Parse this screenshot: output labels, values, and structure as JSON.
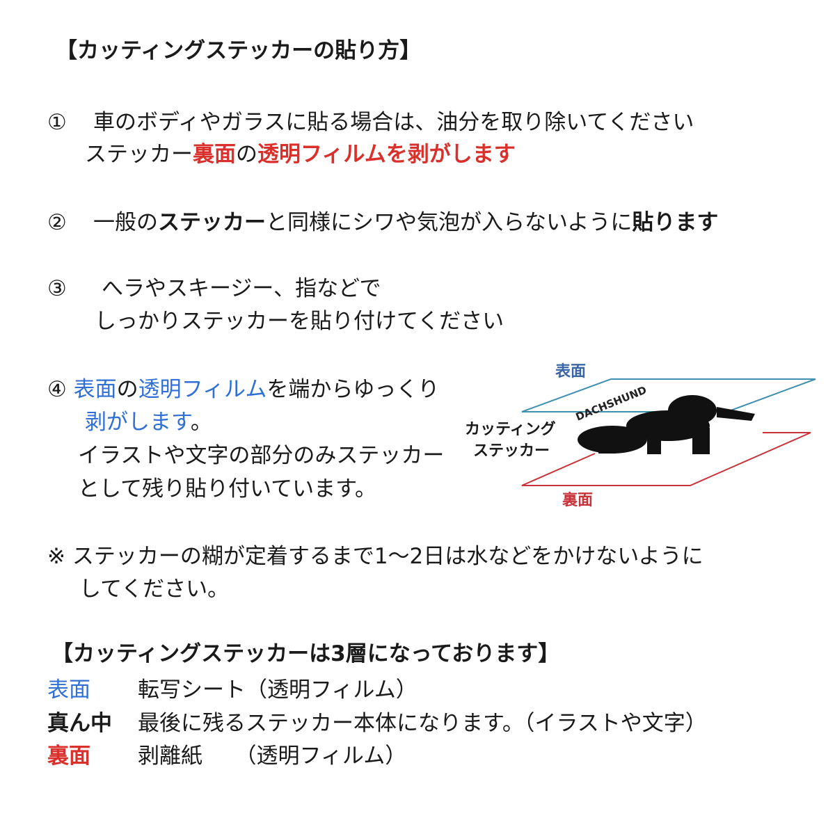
{
  "title": "【カッティングステッカーの貼り方】",
  "steps": {
    "s1": {
      "num": "①",
      "line1": "車のボディやガラスに貼る場合は、油分を取り除いてください",
      "line2a": "ステッカー",
      "line2b": "裏面",
      "line2c": "の",
      "line2d": "透明フィルムを剥がします"
    },
    "s2": {
      "num": "②",
      "a": "一般の",
      "b": "ステッカー",
      "c": "と同様にシワや気泡が入らないように",
      "d": "貼ります"
    },
    "s3": {
      "num": "③",
      "line1": "へラやスキージー、指などで",
      "line2": "しっかりステッカーを貼り付けてください"
    },
    "s4": {
      "num": "④",
      "a": "表面",
      "b": "の",
      "c": "透明フィルム",
      "d": "を端からゆっくり",
      "line2": "剥がします",
      "line2end": "。",
      "line3": "イラストや文字の部分のみステッカー",
      "line4": "として残り貼り付いています。"
    }
  },
  "note": {
    "line1": "※ ステッカーの糊が定着するまで1〜2日は水などをかけないように",
    "line2": "してください。"
  },
  "diagram": {
    "top_label": "表面",
    "bottom_label": "裏面",
    "middle_label1": "カッティング",
    "middle_label2": "ステッカー",
    "logo_text": "DACHSHUND",
    "colors": {
      "top": "#3f8fb0",
      "bottom": "#c8333a"
    }
  },
  "layers": {
    "title": "【カッティングステッカーは3層になっております】",
    "rows": [
      {
        "name": "表面",
        "desc": "転写シート（透明フィルム）",
        "color": "#2f6fd6"
      },
      {
        "name": "真ん中",
        "desc": "最後に残るステッカー本体になります。（イラストや文字）",
        "color": "#1a1a1a"
      },
      {
        "name": "裏面",
        "desc": "剥離紙　　（透明フィルム）",
        "color": "#d9302c"
      }
    ]
  },
  "colors": {
    "red": "#d9302c",
    "blue": "#2f6fd6",
    "text": "#1a1a1a"
  }
}
